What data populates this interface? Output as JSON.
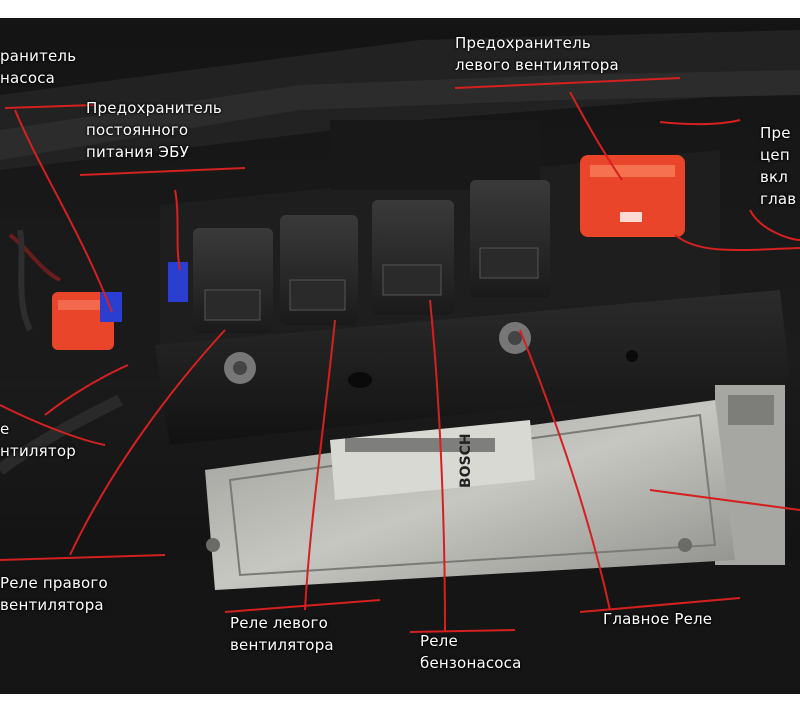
{
  "photo": {
    "subject": "engine control unit with relays and fuses",
    "ecu_brand": "BOSCH"
  },
  "annotations": {
    "fuel_pump_fuse": {
      "lines": [
        "Предохранитель",
        "бензонасоса"
      ],
      "visible_text": [
        "ранитель",
        "насоса"
      ]
    },
    "ecu_fuse": {
      "lines": [
        "Предохранитель",
        "постоянного",
        "питания ЭБУ"
      ]
    },
    "left_fan_fuse": {
      "lines": [
        "Предохранитель",
        "левого вентилятора"
      ]
    },
    "right_partial": {
      "lines": [
        "Пре",
        "цеп",
        "вкл",
        "глав"
      ]
    },
    "right_fan_fuse_partial": {
      "lines": [
        "е",
        "нтилятор"
      ]
    },
    "right_fan_relay": {
      "lines": [
        "Реле правого",
        "вентилятора"
      ]
    },
    "left_fan_relay": {
      "lines": [
        "Реле левого",
        "вентилятора"
      ]
    },
    "fuel_pump_relay": {
      "lines": [
        "Реле",
        "бензонасоса"
      ]
    },
    "main_relay": {
      "lines": [
        "Главное Реле"
      ]
    }
  },
  "colors": {
    "annotation_line": "#d42020",
    "label_text": "#ffffff",
    "fuse_orange": "#e8452a",
    "fuse_blue": "#2a3fcf"
  }
}
